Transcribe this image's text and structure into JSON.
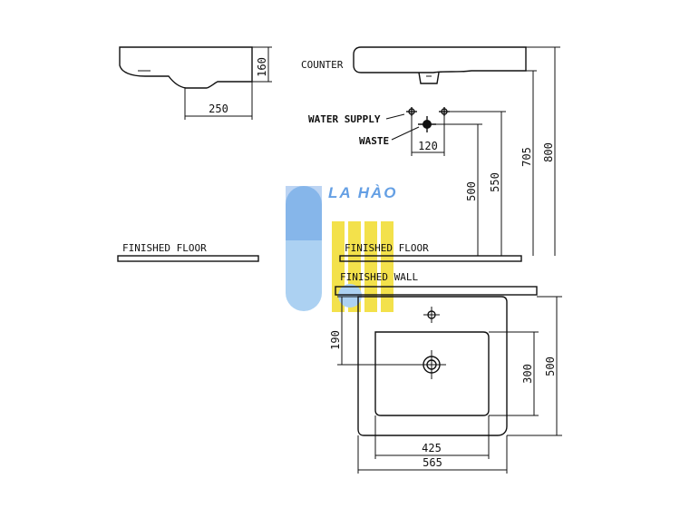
{
  "watermark": {
    "text": "LA HÀO",
    "colors": {
      "blue": "#1f6fd6",
      "light_blue": "#9ec9f0",
      "yellow": "#f2dc2c"
    }
  },
  "side_view_top": {
    "width_dim": "250",
    "height_dim": "160"
  },
  "side_view_floor": {
    "floor_label": "FINISHED FLOOR"
  },
  "elevation": {
    "counter_label": "COUNTER",
    "water_supply_label": "WATER SUPPLY",
    "waste_label": "WASTE",
    "spacing_dim": "120",
    "dim_500": "500",
    "dim_550": "550",
    "dim_705": "705",
    "dim_800": "800",
    "floor_label": "FINISHED FLOOR"
  },
  "plan_view": {
    "wall_label": "FINISHED WALL",
    "dim_190": "190",
    "dim_300": "300",
    "dim_500": "500",
    "dim_425": "425",
    "dim_565": "565"
  }
}
